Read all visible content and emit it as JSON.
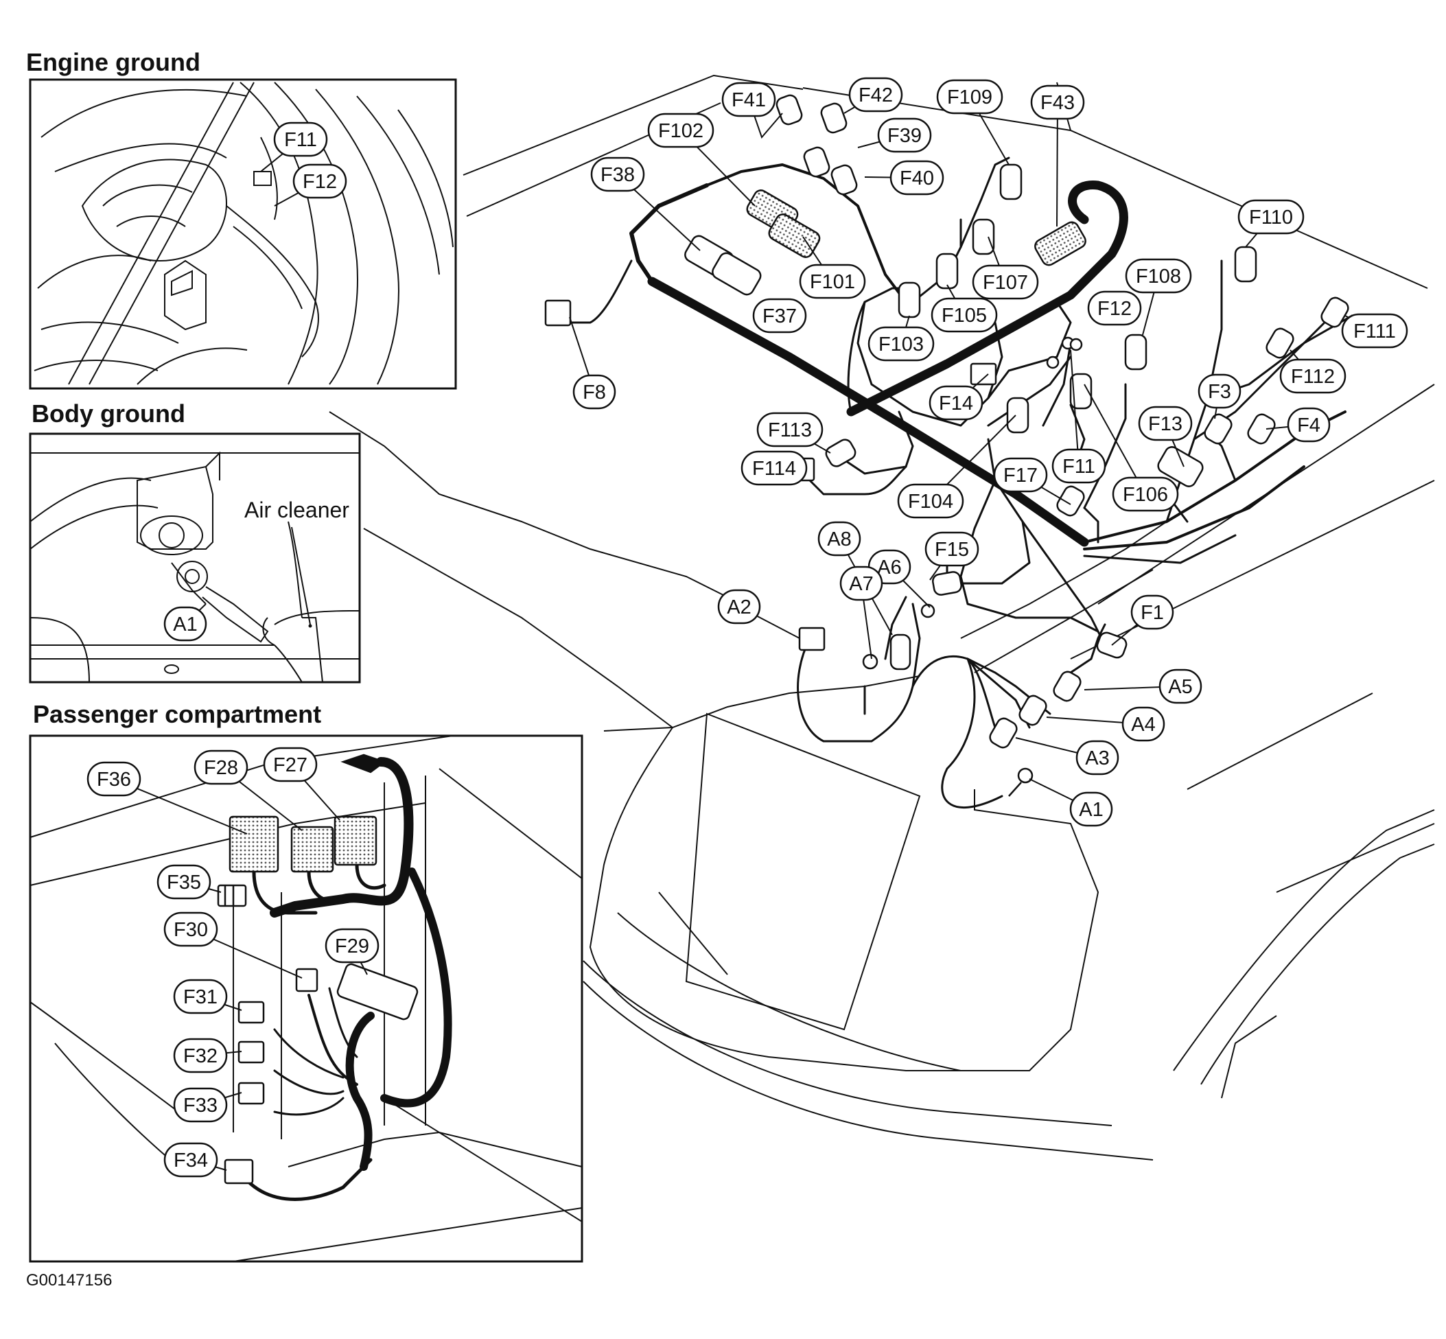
{
  "sections": {
    "engine_ground": "Engine ground",
    "body_ground": "Body ground",
    "passenger_compartment": "Passenger compartment"
  },
  "annotations": {
    "air_cleaner": "Air cleaner"
  },
  "figure_id": "G00147156",
  "connectors": {
    "engine_ground_inset": [
      "F11",
      "F12"
    ],
    "body_ground_inset": [
      "A1"
    ],
    "passenger_compartment_inset": [
      "F36",
      "F28",
      "F27",
      "F35",
      "F30",
      "F29",
      "F31",
      "F32",
      "F33",
      "F34"
    ],
    "engine_bay": [
      "F41",
      "F42",
      "F109",
      "F43",
      "F102",
      "F39",
      "F40",
      "F38",
      "F110",
      "F101",
      "F107",
      "F108",
      "F37",
      "F105",
      "F12",
      "F103",
      "F111",
      "F8",
      "F112",
      "F14",
      "F3",
      "F13",
      "F4",
      "F113",
      "F114",
      "F11",
      "F17",
      "F106",
      "F104",
      "F15",
      "A8",
      "A6",
      "A7",
      "A2",
      "F1",
      "A5",
      "A4",
      "A3",
      "A1"
    ]
  },
  "colors": {
    "line": "#111111",
    "connector_fill": "#ffffff",
    "connector_shade": "#9a9a9a"
  }
}
